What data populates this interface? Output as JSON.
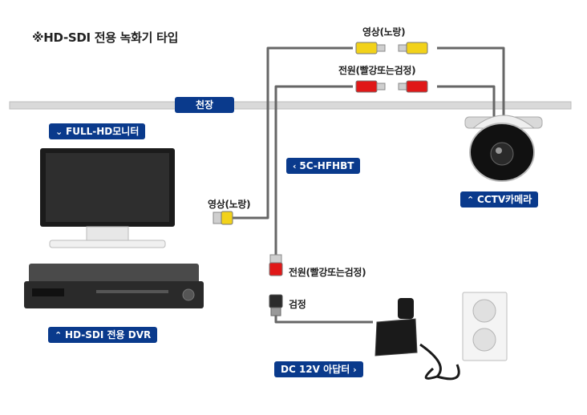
{
  "title": "※HD-SDI 전용 녹화기 타입",
  "ceiling": "천장",
  "labels": {
    "monitor": "FULL-HD모니터",
    "dvr": "HD-SDI 전용 DVR",
    "cable": "5C-HFHBT",
    "camera": "CCTV카메라",
    "adapter": "DC 12V 아답터"
  },
  "connectors": {
    "video_top": "영상(노랑)",
    "power_top": "전원(빨강또는검정)",
    "video_left": "영상(노랑)",
    "power_mid": "전원(빨강또는검정)",
    "black": "검정"
  },
  "colors": {
    "badge": "#0a3a8c",
    "wire": "#666666",
    "ceiling": "#d9d9d9",
    "video_plug": "#f2d21a",
    "power_plug": "#e01818"
  }
}
